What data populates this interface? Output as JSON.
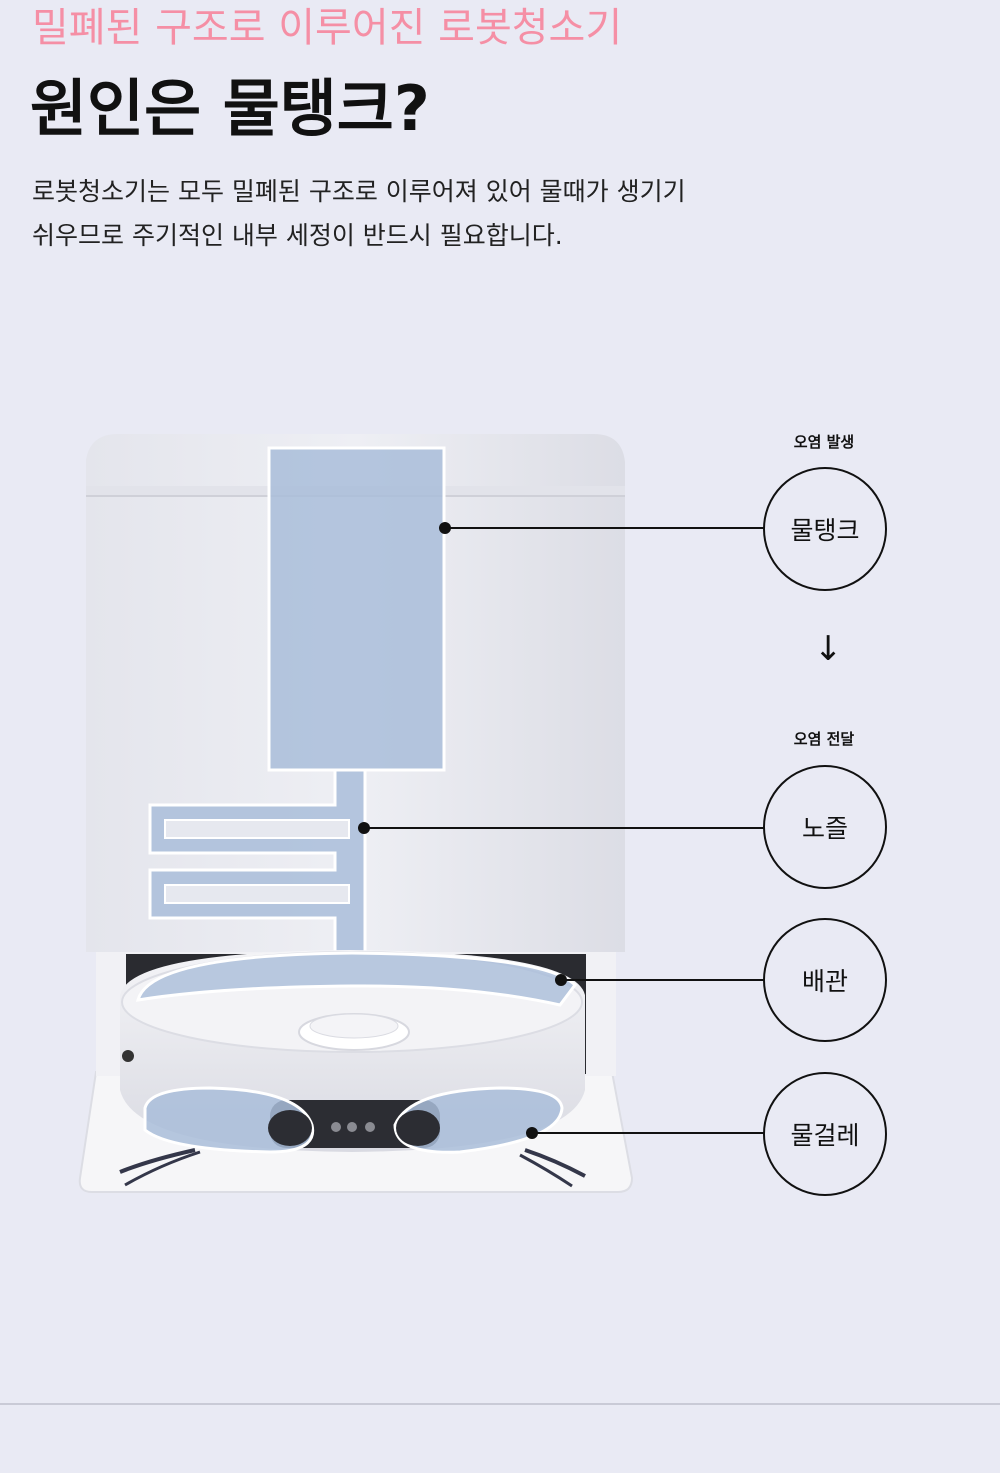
{
  "header": {
    "subtitle": "밀폐된 구조로 이루어진 로봇청소기",
    "title": "원인은 물탱크?",
    "description_lines": [
      "로봇청소기는 모두 밀폐된 구조로 이루어져 있어 물때가 생기기",
      "쉬우므로 주기적인 내부 세정이 반드시 필요합니다."
    ]
  },
  "diagram": {
    "stages": [
      {
        "label": "오염 발생"
      },
      {
        "label": "오염 전달"
      }
    ],
    "callouts": [
      {
        "label": "물탱크"
      },
      {
        "label": "노즐"
      },
      {
        "label": "배관"
      },
      {
        "label": "물걸레"
      }
    ],
    "arrow": "↓"
  },
  "colors": {
    "accent_pink": "#f58fa5",
    "background": "#e9eaf4",
    "highlight_blue": "#a9bdd9"
  }
}
